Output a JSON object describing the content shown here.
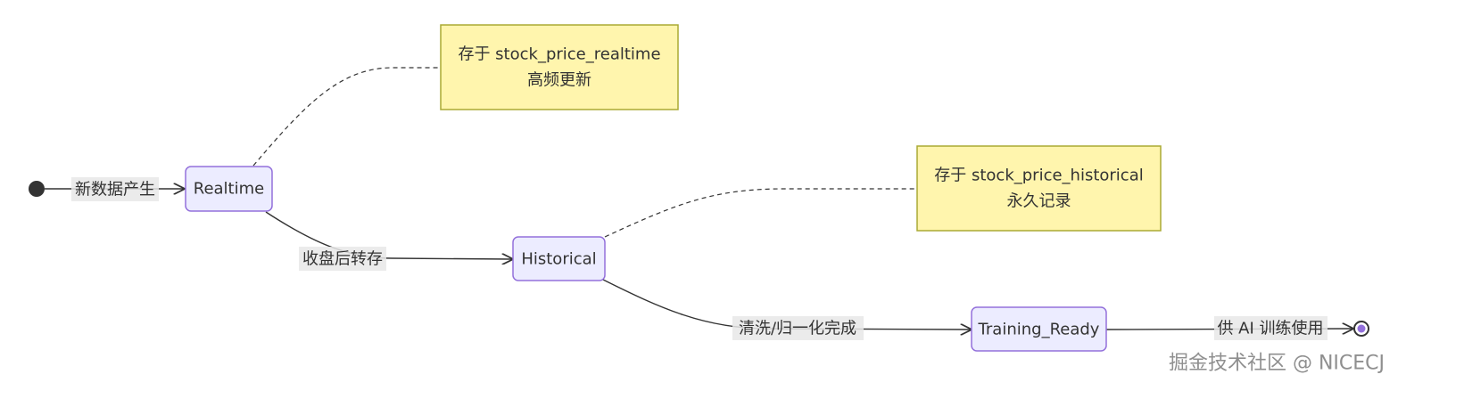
{
  "diagram": {
    "type": "state-diagram",
    "colors": {
      "state_fill": "#ECECFF",
      "state_stroke": "#9370DB",
      "note_fill": "#FFF5AD",
      "note_stroke": "#AAAA33",
      "edge": "#333333",
      "label_bg": "#e8e8e8",
      "start_end": "#333333",
      "end_inner": "#9370DB"
    },
    "states": {
      "realtime": "Realtime",
      "historical": "Historical",
      "training_ready": "Training_Ready"
    },
    "transitions": {
      "start_to_realtime": "新数据产生",
      "realtime_to_historical": "收盘后转存",
      "historical_to_training": "清洗/归一化完成",
      "training_to_end": "供 AI 训练使用"
    },
    "notes": {
      "realtime": {
        "line1": "存于 stock_price_realtime",
        "line2": "高频更新"
      },
      "historical": {
        "line1": "存于 stock_price_historical",
        "line2": "永久记录"
      }
    }
  },
  "watermark": "掘金技术社区 @ NICECJ"
}
